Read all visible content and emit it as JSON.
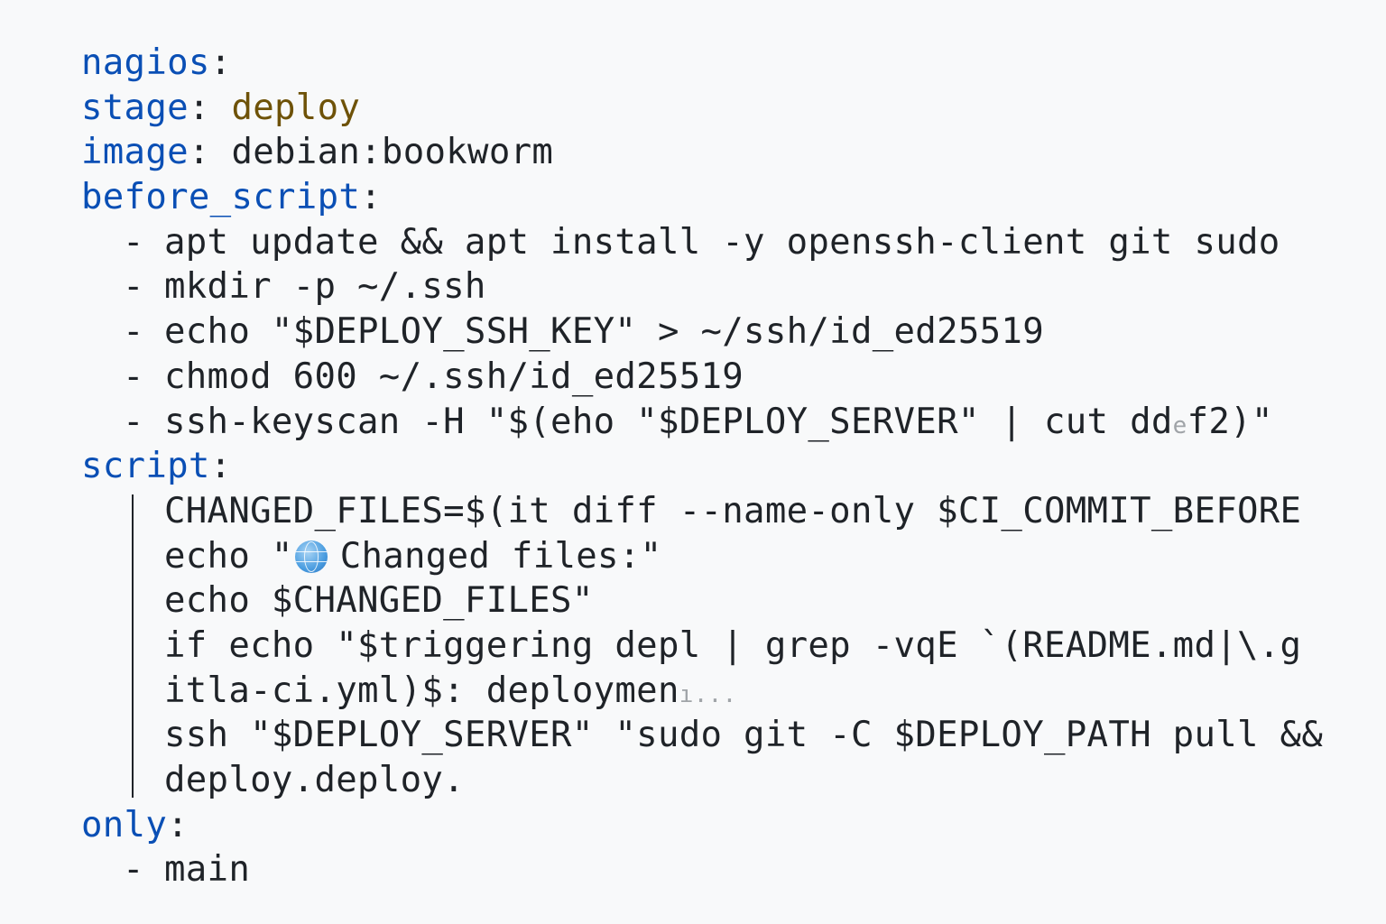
{
  "yaml": {
    "job_name": "nagios",
    "stage_key": "stage",
    "stage_value": "deploy",
    "image_key": "image",
    "image_value": "debian:bookworm",
    "before_script_key": "before_script",
    "before_script": [
      "apt update && apt install -y openssh-client git sudo",
      "mkdir -p ~/.ssh",
      "echo \"$DEPLOY_SSH_KEY\" > ~/ssh/id_ed25519",
      "chmod 600 ~/.ssh/id_ed25519",
      "ssh-keyscan -H \"$(eho \"$DEPLOY_SERVER\" | cut dd"
    ],
    "before_script_tail_faint": "e",
    "before_script_tail": "f2)\"",
    "script_key": "script",
    "script_lines": [
      "CHANGED_FILES=$(it diff --name-only $CI_COMMIT_BEFORE",
      "echo \"",
      "echo $CHANGED_FILES\"",
      "if echo \"$triggering depl | grep -vqE `(README.md|\\.g",
      "itla-ci.yml)$: deploymen",
      "ssh \"$DEPLOY_SERVER\" \"sudo git -C $DEPLOY_PATH pull &&",
      "deploy.deploy."
    ],
    "script_line2_after_icon": "Changed files:\"",
    "script_line5_faint": "ı...",
    "only_key": "only",
    "only": [
      "main"
    ],
    "colon": ":",
    "dash": "-"
  }
}
